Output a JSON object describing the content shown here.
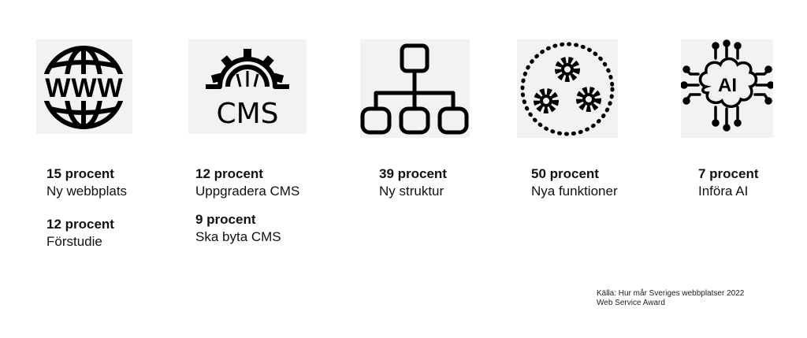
{
  "items": [
    {
      "icon": "www-globe-icon",
      "stats": [
        {
          "value": "15 procent",
          "label": "Ny webbplats"
        },
        {
          "value": "12 procent",
          "label": "Förstudie"
        }
      ]
    },
    {
      "icon": "cms-gear-icon",
      "icon_text": "CMS",
      "stats": [
        {
          "value": "12 procent",
          "label": "Uppgradera CMS"
        },
        {
          "value": "9 procent",
          "label": "Ska byta CMS"
        }
      ]
    },
    {
      "icon": "structure-hierarchy-icon",
      "stats": [
        {
          "value": "39 procent",
          "label": "Ny struktur"
        }
      ]
    },
    {
      "icon": "gears-circle-icon",
      "stats": [
        {
          "value": "50 procent",
          "label": "Nya funktioner"
        }
      ]
    },
    {
      "icon": "ai-brain-icon",
      "icon_text": "AI",
      "stats": [
        {
          "value": "7 procent",
          "label": "Införa AI"
        }
      ]
    }
  ],
  "source": {
    "line1": "Källa: Hur mår Sveriges webbplatser 2022",
    "line2": "Web Service Award"
  }
}
